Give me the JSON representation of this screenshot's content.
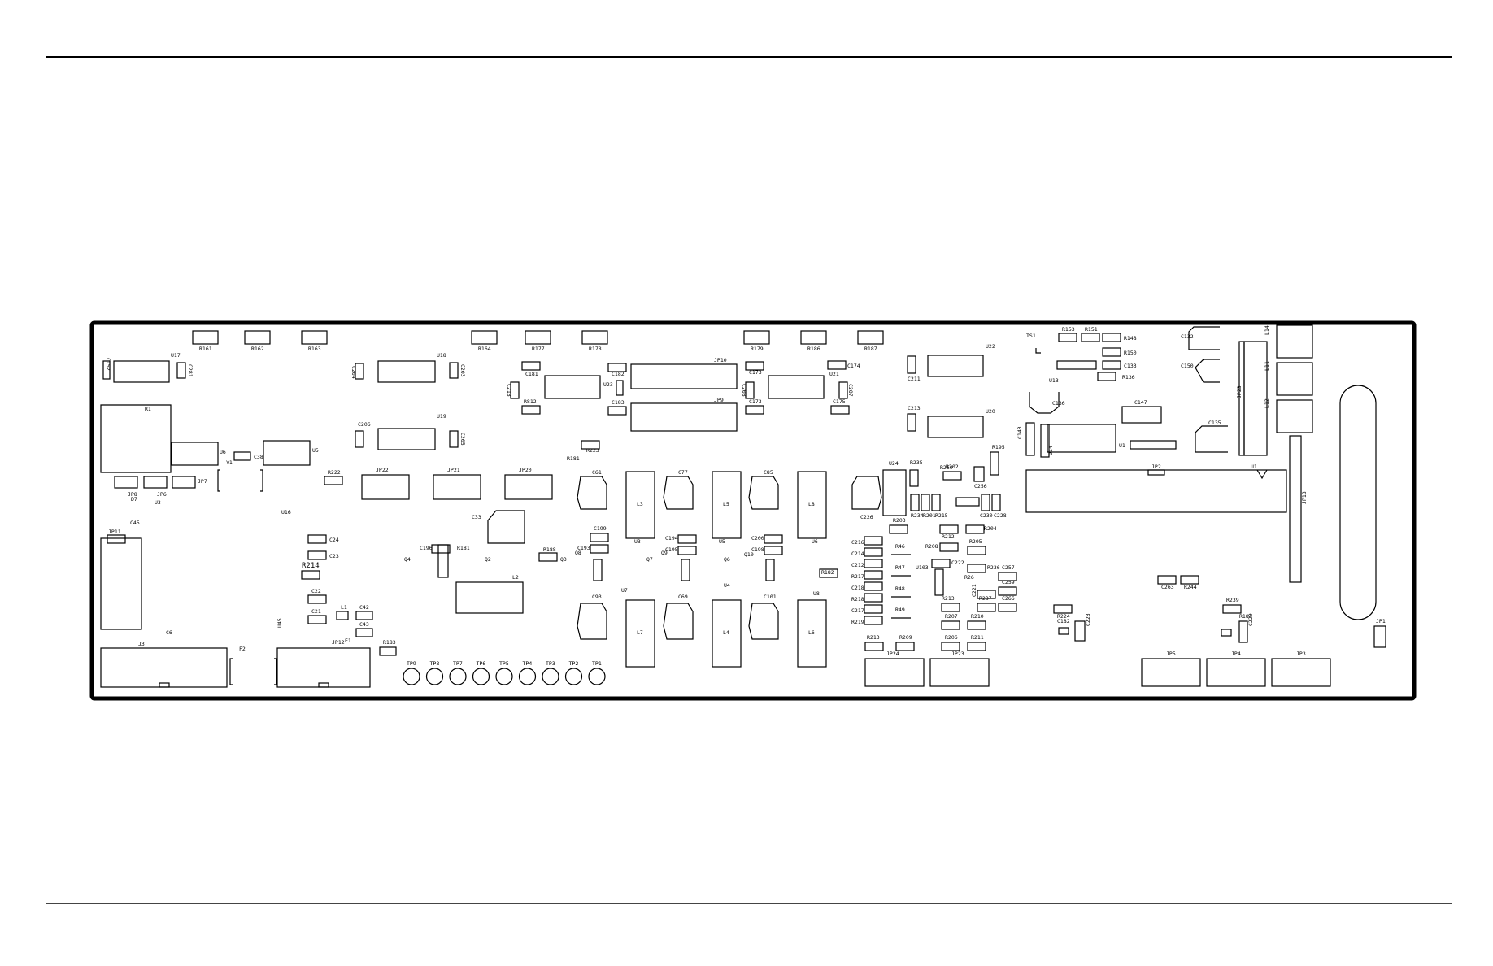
{
  "refdes": {
    "R161": "R161",
    "R162": "R162",
    "R163": "R163",
    "R164": "R164",
    "R177": "R177",
    "R178": "R178",
    "R179": "R179",
    "R186": "R186",
    "R187": "R187",
    "C152": "C152",
    "U17": "U17",
    "C281": "C281",
    "C204": "C204",
    "U18": "U18",
    "C203": "C203",
    "JP10": "JP10",
    "JP9": "JP9",
    "C181": "C181",
    "C182": "C182",
    "C183": "C183",
    "C218": "C218",
    "U23": "U23",
    "R812": "R812",
    "C173": "C173",
    "C208": "C208",
    "C175": "C175",
    "C174": "C174",
    "U21": "U21",
    "C207": "C207",
    "C211": "C211",
    "C213": "C213",
    "U22": "U22",
    "U20": "U20",
    "R1": "R1",
    "U6": "U6",
    "C38": "C38",
    "U5": "U5",
    "Y1": "Y1",
    "JP8": "JP8",
    "JP6": "JP6",
    "JP7": "JP7",
    "D7": "D7",
    "U3": "U3",
    "C206": "C206",
    "U19": "U19",
    "C205": "C205",
    "R222": "R222",
    "JP22": "JP22",
    "JP21": "JP21",
    "JP20": "JP20",
    "R223": "R223",
    "R181": "R181",
    "C61": "C61",
    "C77": "C77",
    "C85": "C85",
    "C226": "C226",
    "L3": "L3",
    "L5": "L5",
    "L8": "L8",
    "C33": "C33",
    "JP11": "JP11",
    "C45": "C45",
    "C24": "C24",
    "C23": "C23",
    "R214": "R214",
    "C22": "C22",
    "C21": "C21",
    "L1": "L1",
    "C42": "C42",
    "C43": "C43",
    "E1": "E1",
    "C6": "C6",
    "J3": "J3",
    "F2": "F2",
    "JP12": "JP12",
    "R183": "R183",
    "U45": "U45",
    "U16": "U16",
    "C196": "C196",
    "R181b": "R181",
    "Q4": "Q4",
    "Q2": "Q2",
    "L2": "L2",
    "R188": "R188",
    "Q3": "Q3",
    "C199": "C199",
    "C193": "C193",
    "C194": "C194",
    "C195": "C195",
    "C200": "C200",
    "C198": "C198",
    "Q8": "Q8",
    "Q7": "Q7",
    "Q9": "Q9",
    "Q6": "Q6",
    "Q10": "Q10",
    "U3b": "U3",
    "U5b": "U5",
    "U6b": "U6",
    "C93": "C93",
    "C69": "C69",
    "C101": "C101",
    "L7": "L7",
    "L4": "L4",
    "L6": "L6",
    "U7": "U7",
    "U4": "U4",
    "R182": "R182",
    "U8": "U8",
    "TP9": "TP9",
    "TP8": "TP8",
    "TP7": "TP7",
    "TP6": "TP6",
    "TP5": "TP5",
    "TP4": "TP4",
    "TP3": "TP3",
    "TP2": "TP2",
    "TP1": "TP1",
    "C216": "C216",
    "C214": "C214",
    "C212": "C212",
    "R217": "R217",
    "C218b": "C218",
    "R218": "R218",
    "C217": "C217",
    "R219": "R219",
    "R46": "R46",
    "R47": "R47",
    "R48": "R48",
    "R49": "R49",
    "R203": "R203",
    "U24": "U24",
    "R235": "R235",
    "R202": "R202",
    "C256": "C256",
    "R195": "R195",
    "R201": "R201",
    "R234": "R234",
    "R215": "R215",
    "R260": "R260",
    "C230": "C230",
    "C228": "C228",
    "R212": "R212",
    "R204": "R204",
    "R205": "R205",
    "R208": "R208",
    "C222": "C222",
    "U103": "U103",
    "R236": "R236",
    "C257": "C257",
    "C259": "C259",
    "C221": "C221",
    "R237": "R237",
    "C266": "C266",
    "R213": "R213",
    "R206": "R206",
    "R207": "R207",
    "R210": "R210",
    "R211": "R211",
    "R209": "R209",
    "R213b": "R213",
    "JP24": "JP24",
    "JP23": "JP23",
    "TS1": "TS1",
    "R153": "R153",
    "R151": "R151",
    "R148": "R148",
    "R150": "R150",
    "C133": "C133",
    "R136": "R136",
    "U13": "U13",
    "C136": "C136",
    "C147": "C147",
    "C143": "C143",
    "U14": "U14",
    "U1": "U1",
    "JP2": "JP2",
    "C132": "C132",
    "C150": "C150",
    "C135": "C135",
    "L14": "L14",
    "L11": "L11",
    "L12": "L12",
    "JP23b": "JP23",
    "JP18": "JP18",
    "C263": "C263",
    "R244": "R244",
    "R224": "R224",
    "C182b": "C182",
    "C223": "C223",
    "R239": "R239",
    "R184": "R184",
    "C229": "C229",
    "JP5": "JP5",
    "JP4": "JP4",
    "JP3": "JP3",
    "JP1": "JP1",
    "U1b": "U1",
    "R202b": "R202",
    "R26": "R26"
  }
}
